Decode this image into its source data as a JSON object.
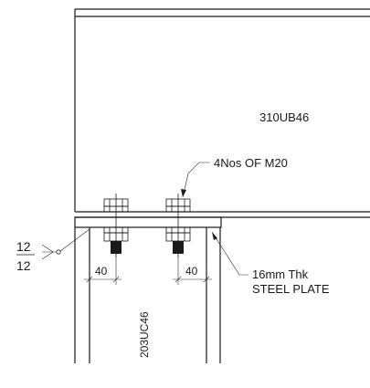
{
  "labels": {
    "beam": "310UB46",
    "column": "203UC46",
    "bolts": "4Nos OF M20",
    "plate_line1": "16mm Thk",
    "plate_line2": "STEEL PLATE",
    "weld_top": "12",
    "weld_bottom": "12",
    "dim_left": "40",
    "dim_right": "40"
  },
  "colors": {
    "line": "#1a1a1a",
    "background": "#ffffff"
  }
}
